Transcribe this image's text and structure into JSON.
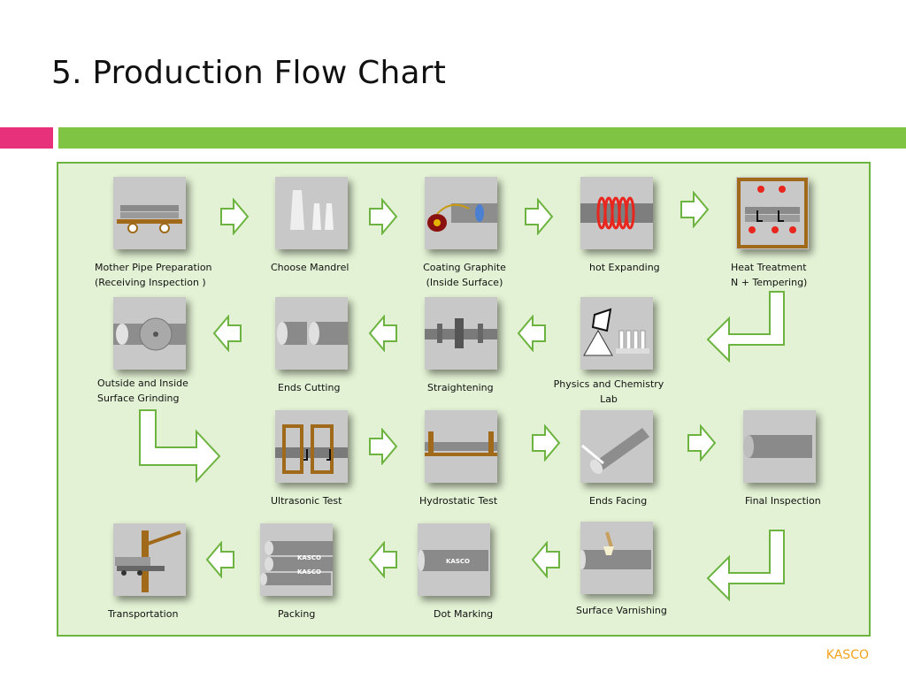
{
  "slide": {
    "title": "5. Production Flow Chart",
    "brand": "KASCO",
    "accent_colors": {
      "pink": "#e8317b",
      "green": "#7fc543",
      "panel": "#e3f2d4",
      "brand": "#f3a21b"
    }
  },
  "steps": [
    {
      "line1": "Mother Pipe Preparation",
      "line2": "(Receiving Inspection )"
    },
    {
      "line1": "Choose Mandrel",
      "line2": ""
    },
    {
      "line1": "Coating Graphite",
      "line2": "(Inside Surface)"
    },
    {
      "line1": "hot Expanding",
      "line2": ""
    },
    {
      "line1": "Heat Treatment",
      "line2": "N + Tempering)"
    },
    {
      "line1": "Physics and Chemistry",
      "line2": "Lab"
    },
    {
      "line1": "Straightening",
      "line2": ""
    },
    {
      "line1": "Ends Cutting",
      "line2": ""
    },
    {
      "line1": "Outside and Inside",
      "line2": "Surface Grinding"
    },
    {
      "line1": "Ultrasonic Test",
      "line2": ""
    },
    {
      "line1": "Hydrostatic Test",
      "line2": ""
    },
    {
      "line1": "Ends Facing",
      "line2": ""
    },
    {
      "line1": "Final Inspection",
      "line2": ""
    },
    {
      "line1": "Surface Varnishing",
      "line2": ""
    },
    {
      "line1": "Dot Marking",
      "line2": ""
    },
    {
      "line1": "Packing",
      "line2": ""
    },
    {
      "line1": "Transportation",
      "line2": ""
    }
  ],
  "image_marks": {
    "dot_marking": "KASCO",
    "packing_top": "KASCO",
    "packing_bottom": "KASCO"
  }
}
